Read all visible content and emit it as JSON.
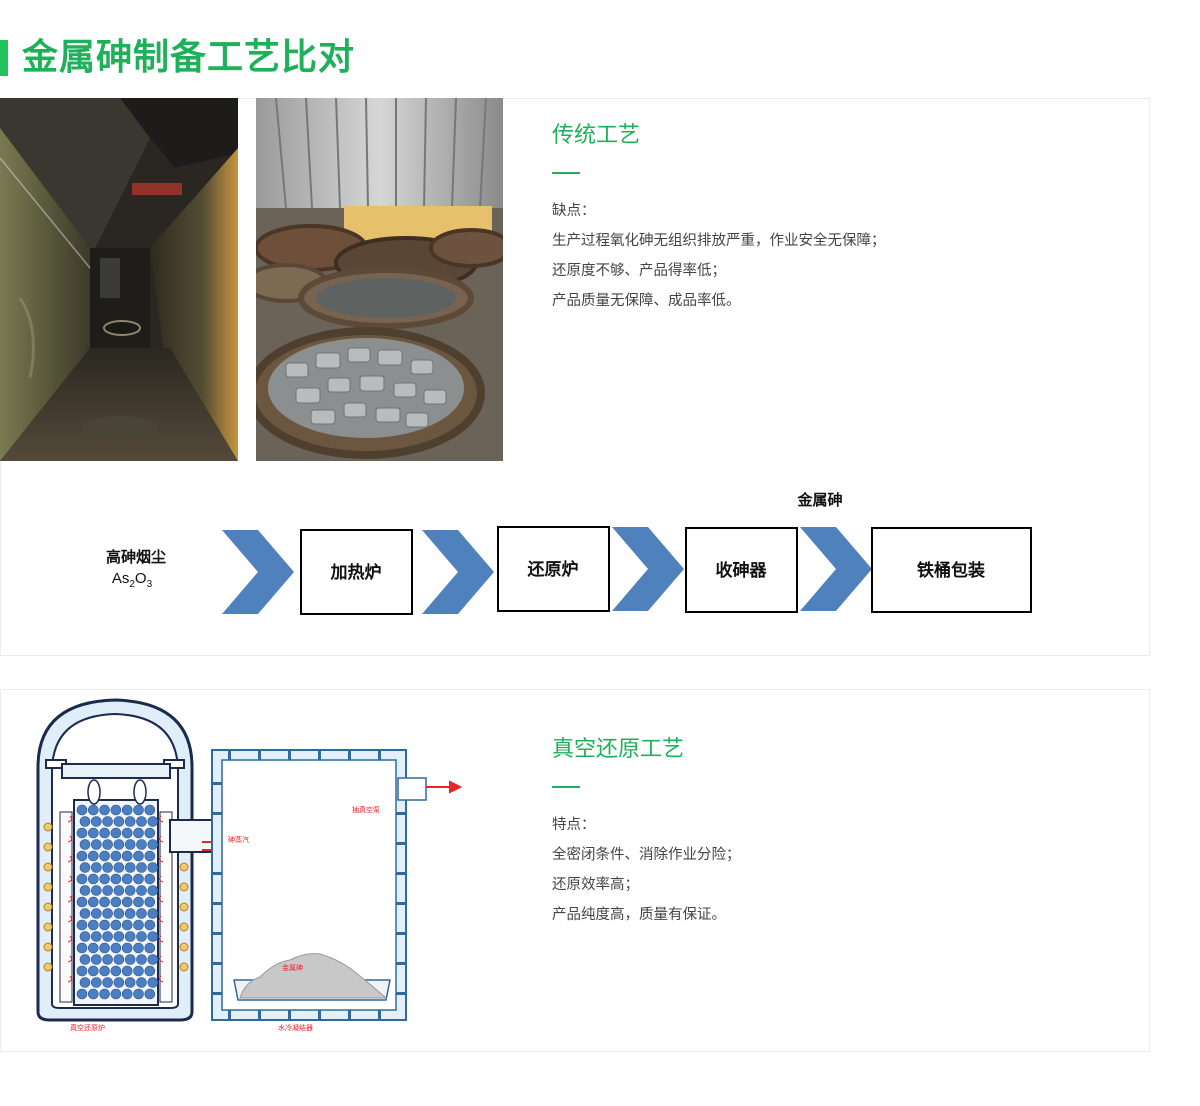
{
  "page": {
    "title": "金属砷制备工艺比对"
  },
  "traditional": {
    "heading": "传统工艺",
    "lines": [
      "缺点：",
      "生产过程氧化砷无组织排放严重，作业安全无保障；",
      "还原度不够、产品得率低；",
      "产品质量无保障、成品率低。"
    ]
  },
  "flow": {
    "input_label": "高砷烟尘",
    "input_formula_main": "As",
    "input_formula_sub1": "2",
    "input_formula_mid": "O",
    "input_formula_sub2": "3",
    "product_label": "金属砷",
    "steps": [
      "加热炉",
      "还原炉",
      "收砷器",
      "铁桶包装"
    ]
  },
  "vacuum": {
    "heading": "真空还原工艺",
    "lines": [
      "特点：",
      "全密闭条件、消除作业分险；",
      "还原效率高；",
      "产品纯度高，质量有保证。"
    ]
  },
  "diagram": {
    "exhaust_label": "抽真空泵",
    "vapor_label": "砷蒸汽",
    "product_label": "金属砷",
    "furnace_label": "真空还原炉",
    "condenser_label": "水冷凝结器"
  },
  "colors": {
    "accent": "#1fb05a",
    "chevron": "#4f81bd",
    "ball": "#4a7fc4",
    "arrow": "#e8232a"
  }
}
